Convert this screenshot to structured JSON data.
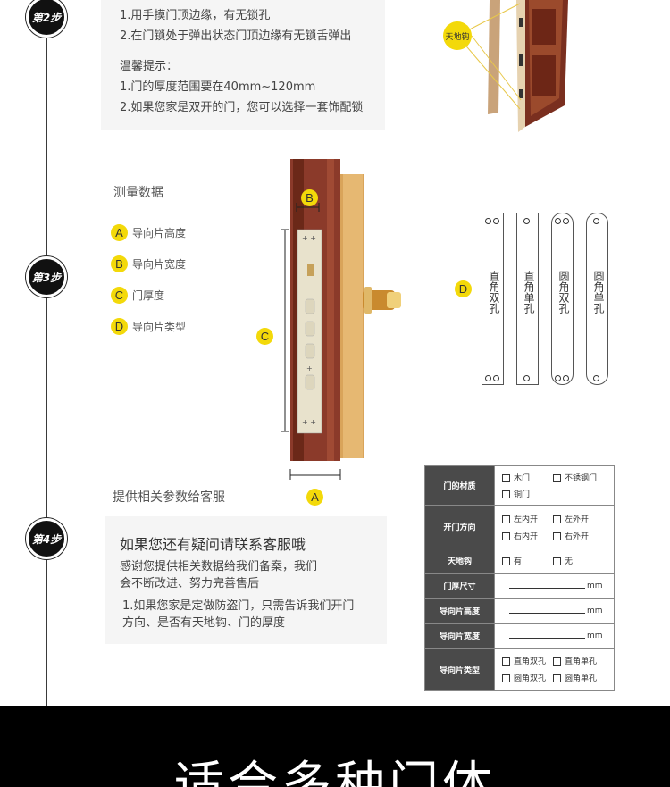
{
  "step2": {
    "badge": "第2步",
    "line1": "1.用手摸门顶边缘，有无锁孔",
    "line2": "2.在门锁处于弹出状态门顶边缘有无锁舌弹出",
    "tip_title": "温馨提示：",
    "tip1": "1.门的厚度范围要在40mm~120mm",
    "tip2": "2.如果您家是双开的门，您可以选择一套饰配锁",
    "callout": "天地钩"
  },
  "step3": {
    "badge": "第3步",
    "title": "测量数据",
    "legend": [
      {
        "letter": "A",
        "label": "导向片高度"
      },
      {
        "letter": "B",
        "label": "导向片宽度"
      },
      {
        "letter": "C",
        "label": "门厚度"
      },
      {
        "letter": "D",
        "label": "导向片类型"
      }
    ],
    "diagram_letters": {
      "a": "A",
      "b": "B",
      "c": "C",
      "d": "D"
    },
    "plates": [
      "直角双孔",
      "直角单孔",
      "圆角双孔",
      "圆角单孔"
    ],
    "footer": "提供相关参数给客服"
  },
  "step4": {
    "badge": "第4步",
    "title": "如果您还有疑问请联系客服哦",
    "line1": "感谢您提供相关数据给我们备案，我们",
    "line2": "会不断改进、努力完善售后",
    "line3": "1.如果您家是定做防盗门，只需告诉我们开门",
    "line4": "方向、是否有天地钩、门的厚度"
  },
  "form": {
    "material": {
      "label": "门的材质",
      "opts": [
        "木门",
        "不锈钢门",
        "铜门"
      ]
    },
    "direction": {
      "label": "开门方向",
      "opts": [
        "左内开",
        "左外开",
        "右内开",
        "右外开"
      ]
    },
    "hook": {
      "label": "天地钩",
      "opts": [
        "有",
        "无"
      ]
    },
    "size": {
      "label": "门厚尺寸",
      "unit": "mm"
    },
    "height": {
      "label": "导向片高度",
      "unit": "mm"
    },
    "width": {
      "label": "导向片宽度",
      "unit": "mm"
    },
    "type": {
      "label": "导向片类型",
      "opts": [
        "直角双孔",
        "直角单孔",
        "圆角双孔",
        "圆角单孔"
      ]
    }
  },
  "banner": {
    "text": "适合多种门体"
  },
  "colors": {
    "accent": "#f3d90a",
    "door_wood": "#8b3a2a",
    "panel_gray": "#f5f5f5",
    "banner_bg": "#000000"
  }
}
